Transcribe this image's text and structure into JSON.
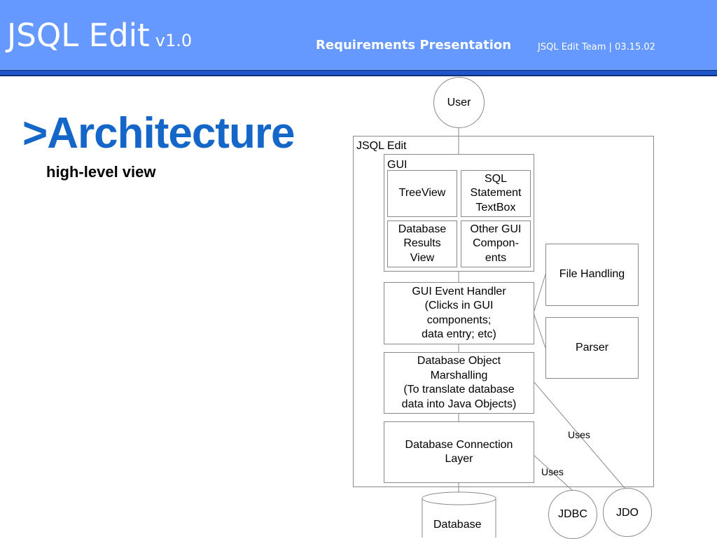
{
  "header": {
    "app_name": "JSQL Edit",
    "version": "v1.0",
    "presentation_title": "Requirements Presentation",
    "meta": "JSQL Edit Team | 03.15.02"
  },
  "slide": {
    "heading": ">Architecture",
    "subheading": "high-level view"
  },
  "diagram": {
    "user": "User",
    "app_container": "JSQL Edit",
    "gui_container": "GUI",
    "tree_view": "TreeView",
    "sql_textbox": "SQL\nStatement\nTextBox",
    "results_view": "Database\nResults\nView",
    "other_gui": "Other GUI\nCompon-\nents",
    "event_handler": "GUI Event Handler\n(Clicks in GUI\ncomponents;\ndata entry; etc)",
    "marshalling": "Database Object\nMarshalling\n(To translate database\ndata into Java Objects)",
    "connection_layer": "Database Connection\nLayer",
    "file_handling": "File Handling",
    "parser": "Parser",
    "uses_jdo": "Uses",
    "uses_jdbc": "Uses",
    "database": "Database",
    "jdbc": "JDBC",
    "jdo": "JDO"
  },
  "colors": {
    "header_bg": "#6699ff",
    "header_rule": "#1e56c8",
    "heading": "#1466c8"
  }
}
